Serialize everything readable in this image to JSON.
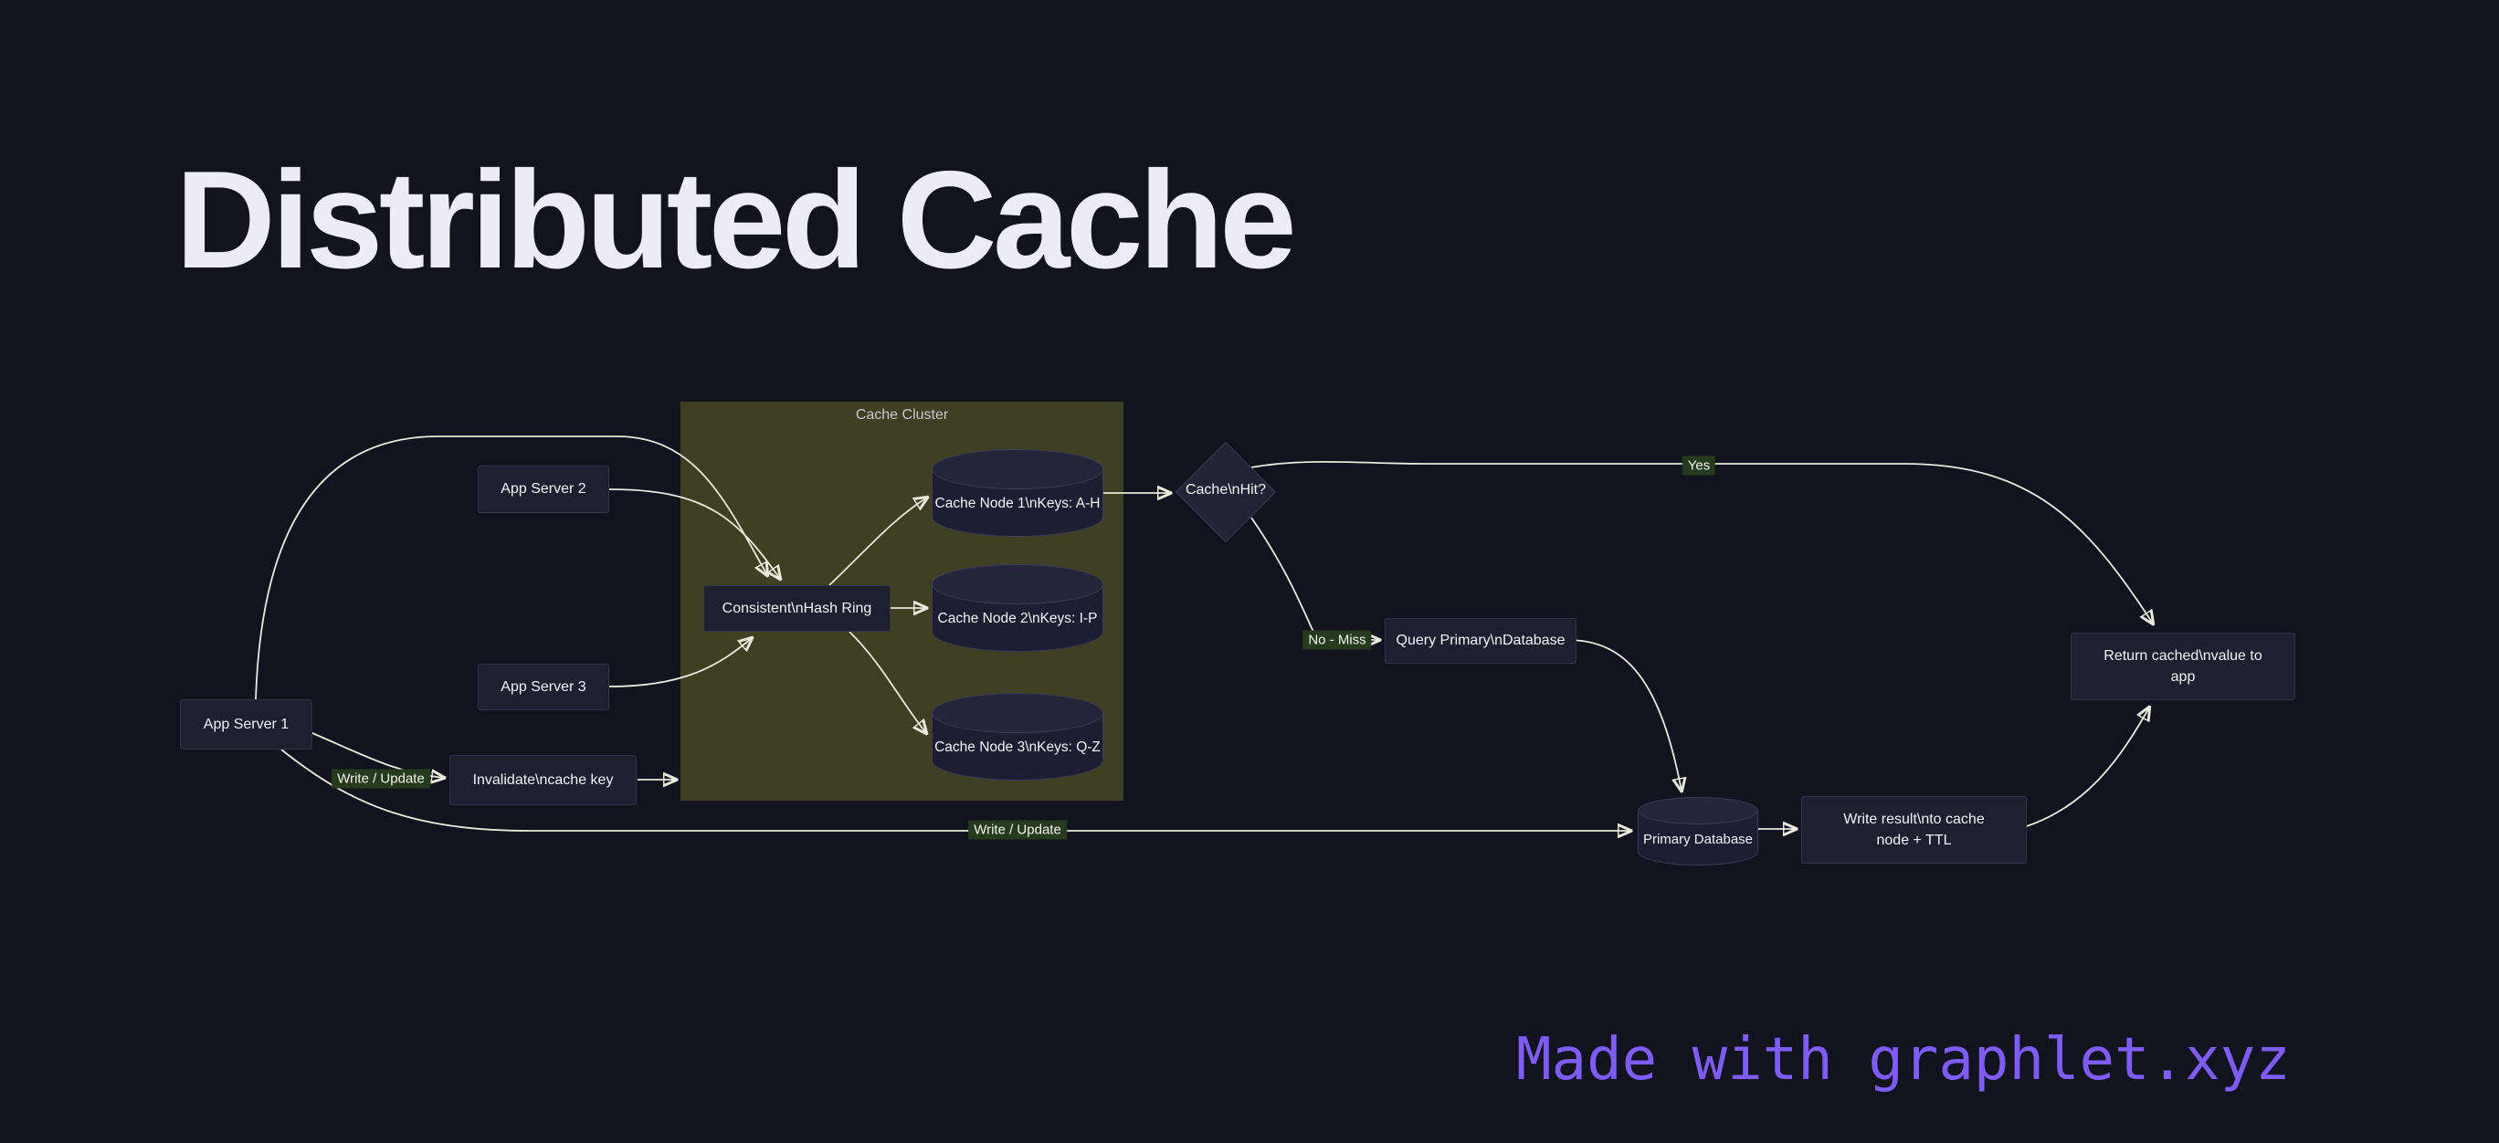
{
  "page": {
    "title": "Distributed Cache",
    "footer": "Made with graphlet.xyz",
    "colors": {
      "background": "#131320",
      "title_text": "#edebf7",
      "node_fill": "#1f1f30",
      "node_border": "#33334b",
      "cluster_fill": "#3f3f24",
      "edge_stroke": "#e9e9dc",
      "edge_label_bg": "#263a1e",
      "footer_text": "#7d5cf8"
    }
  },
  "diagram": {
    "cluster": {
      "label": "Cache Cluster"
    },
    "nodes": {
      "app_server_1": "App Server 1",
      "app_server_2": "App Server 2",
      "app_server_3": "App Server 3",
      "invalidate": "Invalidate\\ncache key",
      "hash_ring": "Consistent\\nHash Ring",
      "cache_node_1": "Cache Node 1\\nKeys: A-H",
      "cache_node_2": "Cache Node 2\\nKeys: I-P",
      "cache_node_3": "Cache Node 3\\nKeys: Q-Z",
      "cache_hit": "Cache\\nHit?",
      "query_primary": "Query Primary\\nDatabase",
      "primary_db": "Primary Database",
      "write_result": "Write result\\nto cache node + TTL",
      "return_cached": "Return cached\\nvalue to app"
    },
    "edge_labels": {
      "write_update_left": "Write / Update",
      "write_update_bottom": "Write / Update",
      "yes": "Yes",
      "no_miss": "No - Miss"
    }
  }
}
